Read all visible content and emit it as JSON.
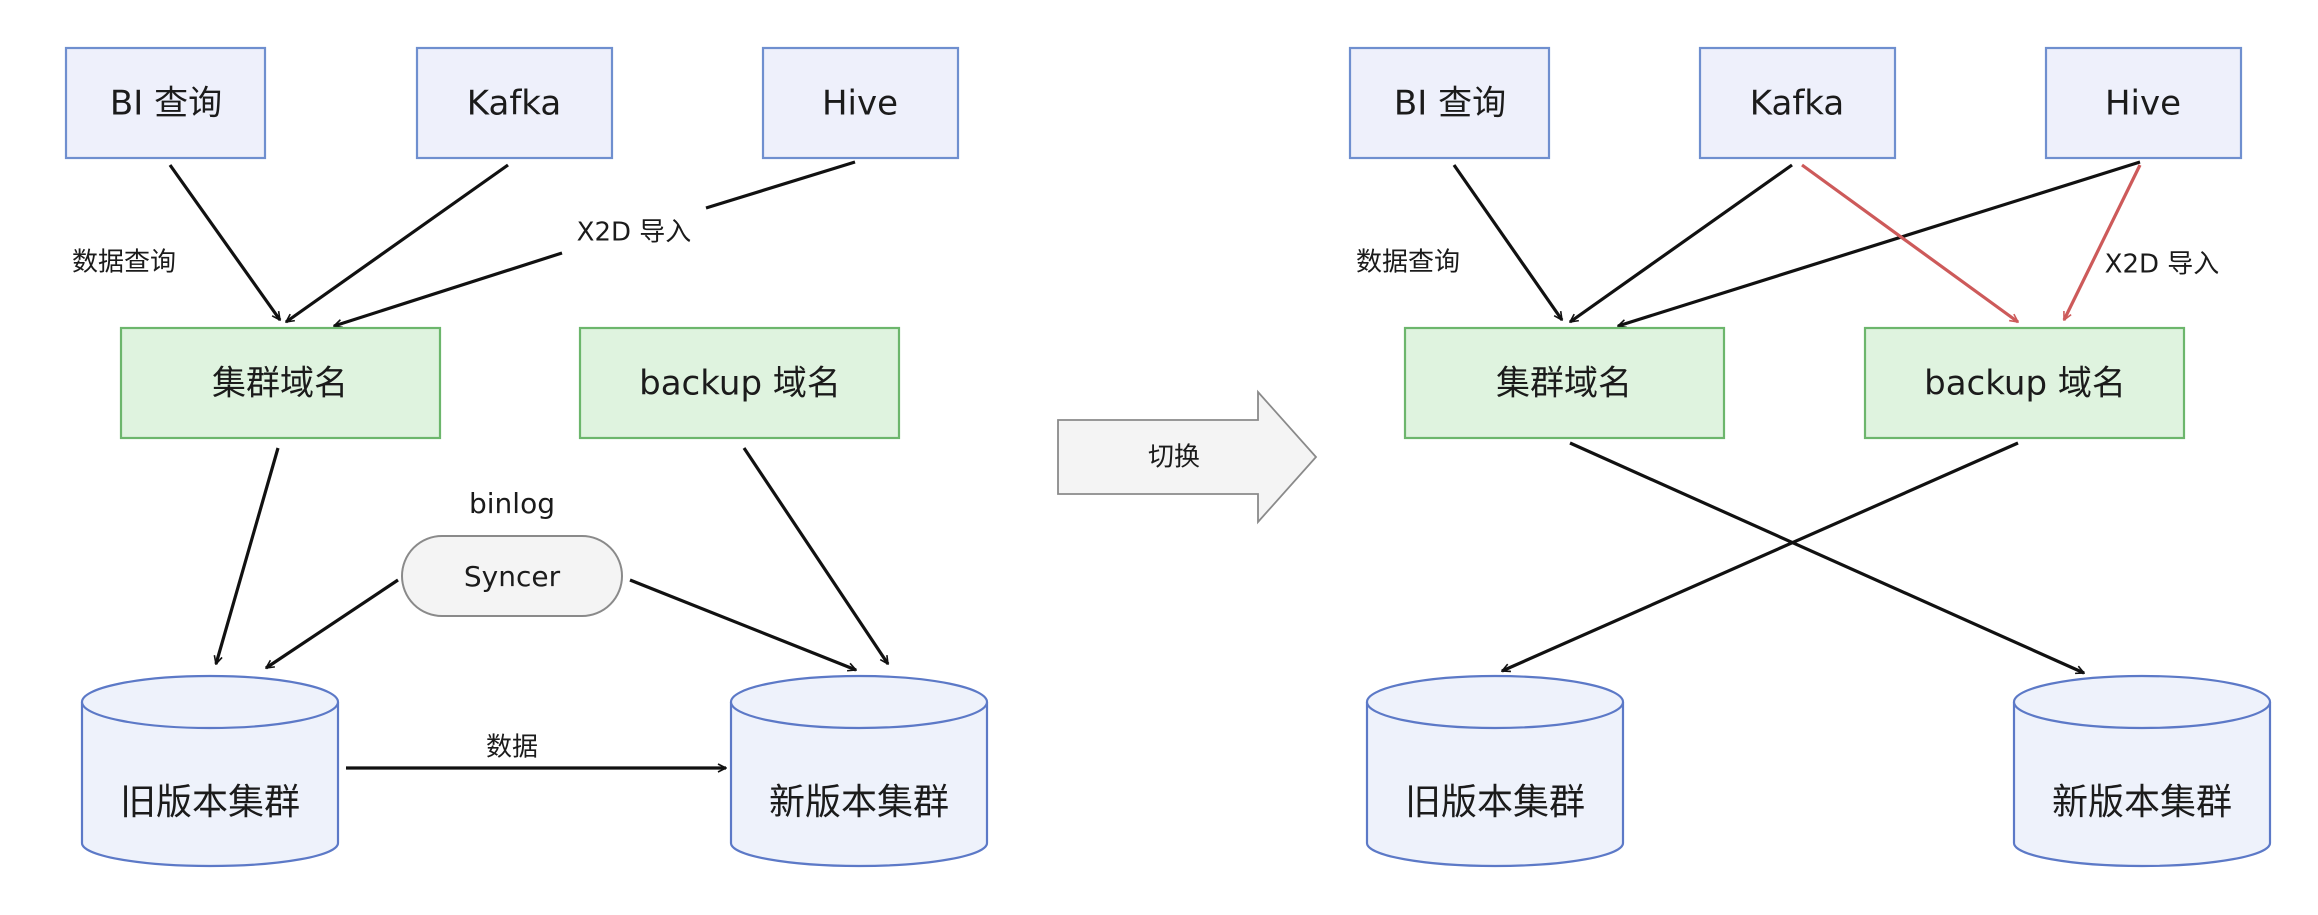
{
  "before": {
    "sources": {
      "bi": "BI 查询",
      "kafka": "Kafka",
      "hive": "Hive"
    },
    "domains": {
      "cluster": "集群域名",
      "backup": "backup 域名"
    },
    "databases": {
      "old": "旧版本集群",
      "new": "新版本集群"
    },
    "labels": {
      "query": "数据查询",
      "import": "X2D 导入",
      "binlog": "binlog",
      "syncer": "Syncer",
      "data": "数据"
    }
  },
  "switch_label": "切换",
  "after": {
    "sources": {
      "bi": "BI 查询",
      "kafka": "Kafka",
      "hive": "Hive"
    },
    "domains": {
      "cluster": "集群域名",
      "backup": "backup 域名"
    },
    "databases": {
      "old": "旧版本集群",
      "new": "新版本集群"
    },
    "labels": {
      "query": "数据查询",
      "import": "X2D 导入"
    }
  },
  "colors": {
    "source_fill": "#eef0fb",
    "source_stroke": "#6f8fcf",
    "domain_fill": "#dff3df",
    "domain_stroke": "#6cb66c",
    "db_fill": "#eef2fb",
    "db_stroke": "#5c79c7",
    "edge": "#111111",
    "new_edge": "#cd5a5a"
  }
}
